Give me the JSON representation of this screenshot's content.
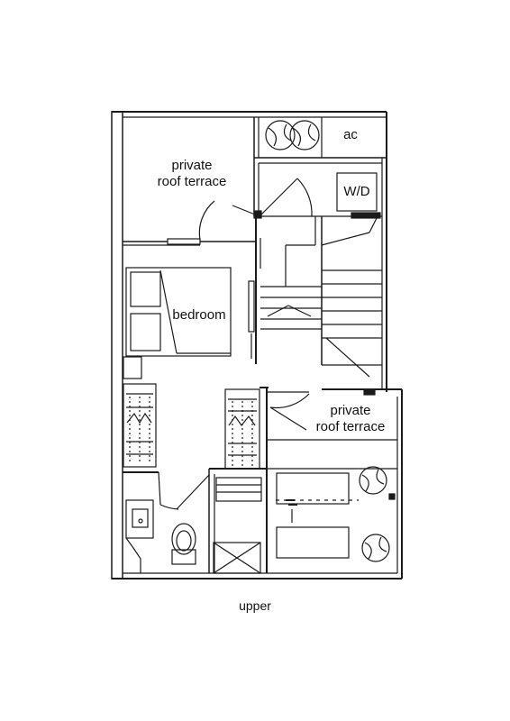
{
  "labels": {
    "private_roof_terrace_top": {
      "line1": "private",
      "line2": "roof terrace"
    },
    "ac": "ac",
    "wd": "W/D",
    "bedroom": "bedroom",
    "private_roof_terrace_right": {
      "line1": "private",
      "line2": "roof terrace"
    }
  },
  "caption": "upper",
  "colors": {
    "line": "#1a1a1a",
    "wall": "#1a1a1a",
    "background": "#ffffff"
  }
}
